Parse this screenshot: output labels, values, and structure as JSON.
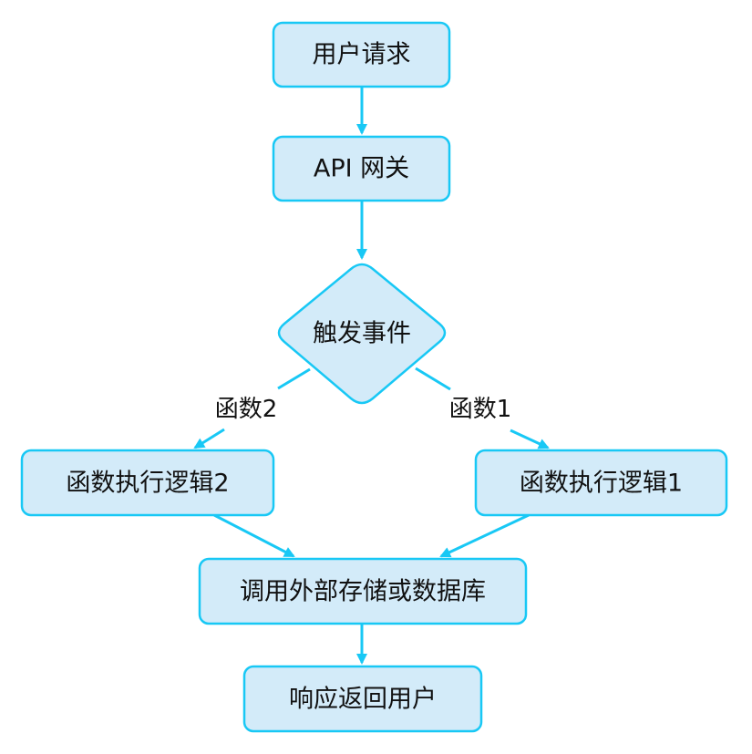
{
  "colors": {
    "node_fill": "#d3ebf9",
    "node_stroke": "#18c8f5",
    "edge": "#18c8f5",
    "text": "#111111"
  },
  "nodes": {
    "user_request": {
      "label": "用户请求",
      "shape": "rounded-rect"
    },
    "api_gateway": {
      "label": "API 网关",
      "shape": "rounded-rect"
    },
    "trigger_event": {
      "label": "触发事件",
      "shape": "diamond"
    },
    "function_logic_2": {
      "label": "函数执行逻辑2",
      "shape": "rounded-rect"
    },
    "function_logic_1": {
      "label": "函数执行逻辑1",
      "shape": "rounded-rect"
    },
    "call_storage": {
      "label": "调用外部存储或数据库",
      "shape": "rounded-rect"
    },
    "response_user": {
      "label": "响应返回用户",
      "shape": "rounded-rect"
    }
  },
  "edges": [
    {
      "from": "user_request",
      "to": "api_gateway",
      "label": ""
    },
    {
      "from": "api_gateway",
      "to": "trigger_event",
      "label": ""
    },
    {
      "from": "trigger_event",
      "to": "function_logic_2",
      "label": "函数2"
    },
    {
      "from": "trigger_event",
      "to": "function_logic_1",
      "label": "函数1"
    },
    {
      "from": "function_logic_2",
      "to": "call_storage",
      "label": ""
    },
    {
      "from": "function_logic_1",
      "to": "call_storage",
      "label": ""
    },
    {
      "from": "call_storage",
      "to": "response_user",
      "label": ""
    }
  ]
}
